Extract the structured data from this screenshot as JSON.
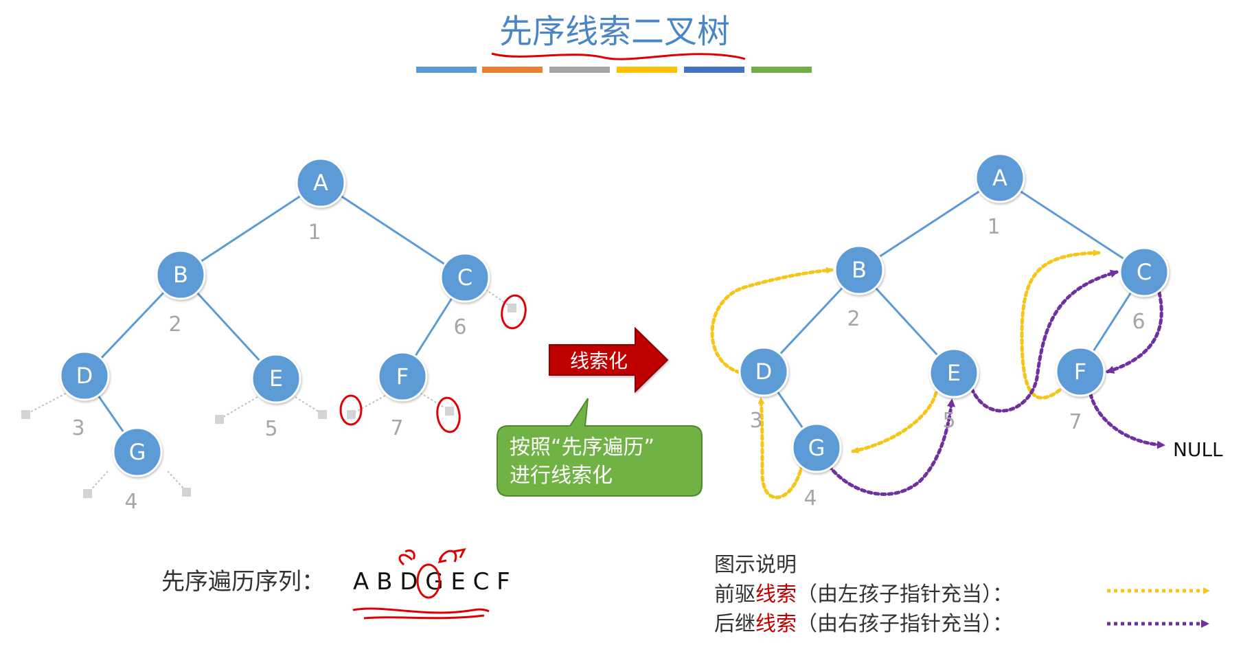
{
  "title": "先序线索二叉树",
  "title_color": "#4a86c5",
  "title_bar_colors": [
    "#5b9bd5",
    "#ed7d31",
    "#a5a5a5",
    "#ffc000",
    "#4472c4",
    "#70ad47"
  ],
  "node_color": "#5b9bd5",
  "node_stroke": "#ffffff",
  "edge_color": "#5b9bd5",
  "order_label_color": "#a6a6a6",
  "pred_color": "#f5c518",
  "succ_color": "#7030a0",
  "annotation_color": "#e00000",
  "left_tree": {
    "nodes": [
      {
        "id": "A",
        "label": "A",
        "order": "1"
      },
      {
        "id": "B",
        "label": "B",
        "order": "2"
      },
      {
        "id": "C",
        "label": "C",
        "order": "6"
      },
      {
        "id": "D",
        "label": "D",
        "order": "3"
      },
      {
        "id": "E",
        "label": "E",
        "order": "5"
      },
      {
        "id": "F",
        "label": "F",
        "order": "7"
      },
      {
        "id": "G",
        "label": "G",
        "order": "4"
      }
    ],
    "edges": [
      [
        "A",
        "B"
      ],
      [
        "A",
        "C"
      ],
      [
        "B",
        "D"
      ],
      [
        "B",
        "E"
      ],
      [
        "C",
        "F"
      ],
      [
        "D",
        "G"
      ]
    ]
  },
  "right_tree": {
    "nodes": [
      {
        "id": "A",
        "label": "A",
        "order": "1"
      },
      {
        "id": "B",
        "label": "B",
        "order": "2"
      },
      {
        "id": "C",
        "label": "C",
        "order": "6"
      },
      {
        "id": "D",
        "label": "D",
        "order": "3"
      },
      {
        "id": "E",
        "label": "E",
        "order": "5"
      },
      {
        "id": "F",
        "label": "F",
        "order": "7"
      },
      {
        "id": "G",
        "label": "G",
        "order": "4"
      }
    ],
    "edges": [
      [
        "A",
        "B"
      ],
      [
        "A",
        "C"
      ],
      [
        "B",
        "D"
      ],
      [
        "B",
        "E"
      ],
      [
        "C",
        "F"
      ],
      [
        "D",
        "G"
      ]
    ],
    "null_label": "NULL"
  },
  "arrow_label": "线索化",
  "callout_lines": [
    "按照“先序遍历”",
    "进行线索化"
  ],
  "sequence_label": "先序遍历序列：",
  "sequence": "A B D G E C F",
  "legend": {
    "title": "图示说明",
    "pred": {
      "prefix": "前驱",
      "highlight": "线索",
      "suffix": "（由左孩子指针充当）："
    },
    "succ": {
      "prefix": "后继",
      "highlight": "线索",
      "suffix": "（由右孩子指针充当）："
    }
  }
}
